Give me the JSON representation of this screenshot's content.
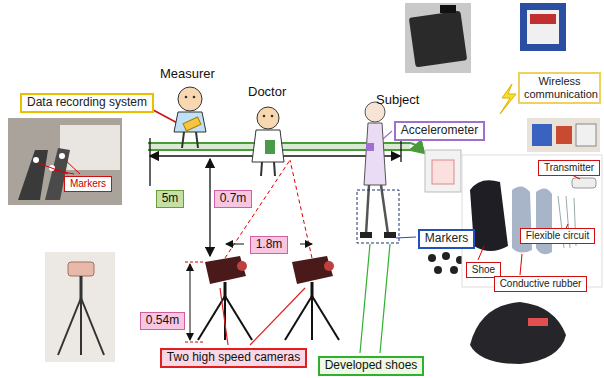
{
  "diagram": {
    "nodes": [
      {
        "text": [
          "Data recording system"
        ]
      },
      {
        "text": [
          "Wireless communication"
        ]
      },
      {
        "text": [
          "Accelerometer"
        ]
      },
      {
        "text": [
          "Markers"
        ]
      },
      {
        "text": [
          "Transmitter"
        ]
      },
      {
        "text": [
          "Markers"
        ]
      },
      {
        "text": [
          "Flexible circuit"
        ]
      },
      {
        "text": [
          "5m"
        ]
      },
      {
        "text": [
          "0.7m"
        ]
      },
      {
        "text": [
          "Shoe"
        ]
      },
      {
        "text": [
          "Conductive rubber"
        ]
      },
      {
        "text": [
          "1.8m"
        ]
      },
      {
        "text": [
          "0.54m"
        ]
      },
      {
        "text": [
          "Two high speed cameras"
        ]
      },
      {
        "text": [
          "Developed shoes"
        ]
      }
    ],
    "labels": [
      "Measurer",
      "Doctor",
      "Subject"
    ]
  }
}
